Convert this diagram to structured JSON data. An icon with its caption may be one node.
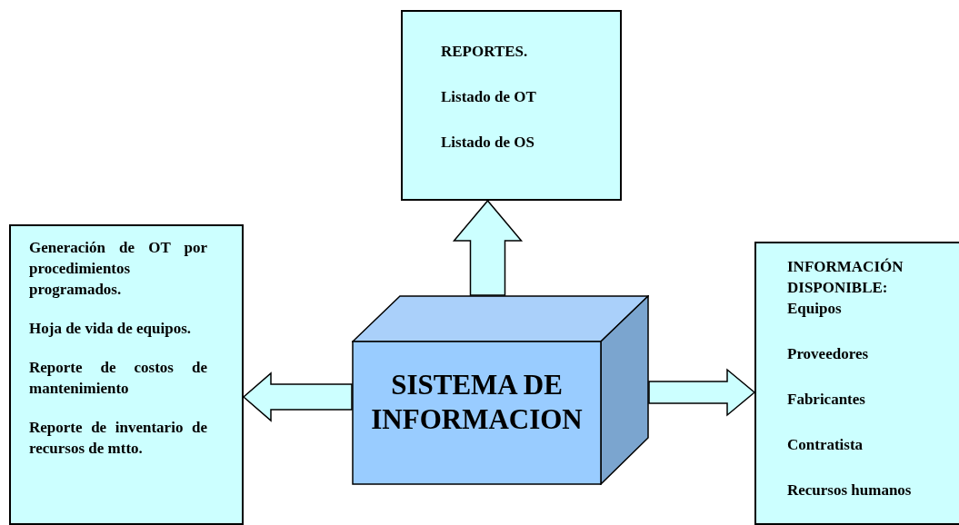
{
  "diagram": {
    "nodes": [
      {
        "text": [
          "REPORTES.",
          "Listado de OT",
          "Listado de OS"
        ]
      },
      {
        "text": [
          "Generación de OT por procedimientos programados.",
          "Hoja de vida de equipos.",
          "Reporte de costos de mantenimiento",
          "Reporte de inventario de recursos de mtto."
        ]
      },
      {
        "text": [
          "SISTEMA DE INFORMACION"
        ]
      },
      {
        "text": [
          "INFORMACIÓN DISPONIBLE:",
          "Equipos",
          "Proveedores",
          "Fabricantes",
          "Contratista",
          "Recursos humanos"
        ]
      }
    ],
    "edges": [
      {
        "from": 2,
        "to": 0,
        "arrow": "to"
      },
      {
        "from": 2,
        "to": 1,
        "arrow": "to"
      },
      {
        "from": 2,
        "to": 3,
        "arrow": "to"
      }
    ]
  }
}
